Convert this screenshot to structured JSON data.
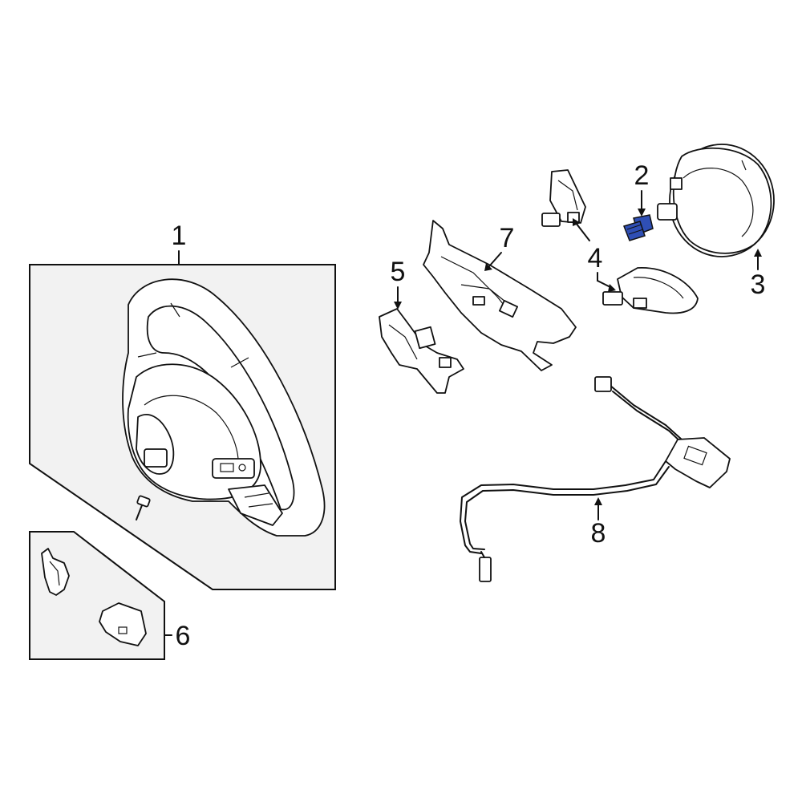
{
  "callouts": {
    "c1": "1",
    "c2": "2",
    "c3": "3",
    "c4": "4",
    "c5": "5",
    "c6": "6",
    "c7": "7",
    "c8": "8"
  },
  "colors": {
    "background": "#ffffff",
    "panel_fill": "#f2f2f2",
    "line": "#111111",
    "highlight_part": "#2f4fb5"
  }
}
